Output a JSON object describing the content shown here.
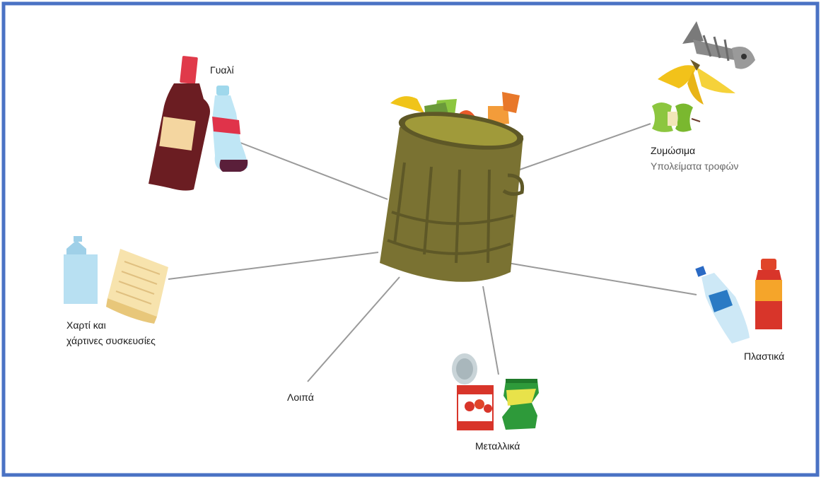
{
  "diagram": {
    "frame_color": "#4a72c4",
    "line_color": "#9a9a9a",
    "center": {
      "icon": "trash-can-icon",
      "color": "#7a7232"
    },
    "categories": [
      {
        "id": "glass",
        "label": "Γυαλί",
        "icons": [
          "wine-bottle-icon",
          "soda-bottle-icon"
        ]
      },
      {
        "id": "organic",
        "label": "Ζυμώσιμα",
        "sublabel": "Υπολείματα τροφών",
        "icons": [
          "fish-bone-icon",
          "banana-peel-icon",
          "apple-core-icon"
        ]
      },
      {
        "id": "paper",
        "label_line1": "Χαρτί και",
        "label_line2": "χάρτινες συσκευσίες",
        "icons": [
          "milk-carton-icon",
          "paper-sheet-icon"
        ]
      },
      {
        "id": "plastic",
        "label": "Πλαστικά",
        "icons": [
          "water-bottle-icon",
          "sauce-bottle-icon"
        ]
      },
      {
        "id": "metal",
        "label": "Μεταλλικά",
        "icons": [
          "tomato-can-icon",
          "crushed-can-icon"
        ]
      },
      {
        "id": "other",
        "label": "Λοιπά",
        "icons": []
      }
    ]
  }
}
